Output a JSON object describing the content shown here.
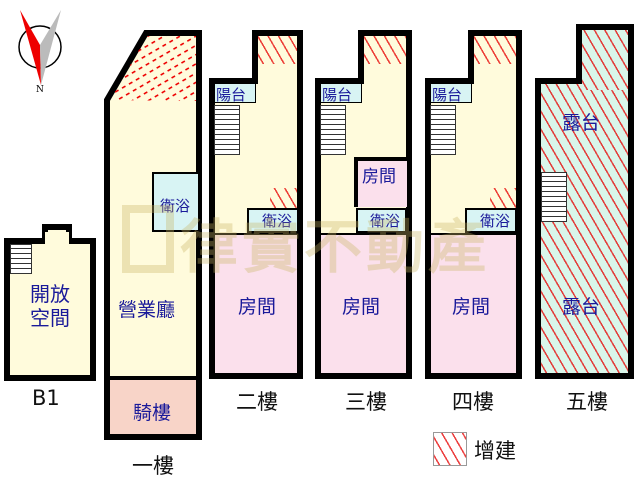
{
  "compass": {
    "north_label": "N"
  },
  "watermark": {
    "text": "律實不動產"
  },
  "floors": {
    "b1": {
      "label": "B1",
      "room1": "開放",
      "room2": "空間"
    },
    "f1": {
      "label": "一樓",
      "main": "營業廳",
      "bath": "衛浴",
      "arcade": "騎樓"
    },
    "f2": {
      "label": "二樓",
      "balcony": "陽台",
      "bath": "衛浴",
      "room": "房間"
    },
    "f3": {
      "label": "三樓",
      "balcony": "陽台",
      "bath": "衛浴",
      "room": "房間",
      "room_small": "房間"
    },
    "f4": {
      "label": "四樓",
      "balcony": "陽台",
      "bath": "衛浴",
      "room": "房間"
    },
    "f5": {
      "label": "五樓",
      "terrace1": "露台",
      "terrace2": "露台"
    }
  },
  "legend": {
    "label": "增建",
    "color": "#e00000"
  }
}
